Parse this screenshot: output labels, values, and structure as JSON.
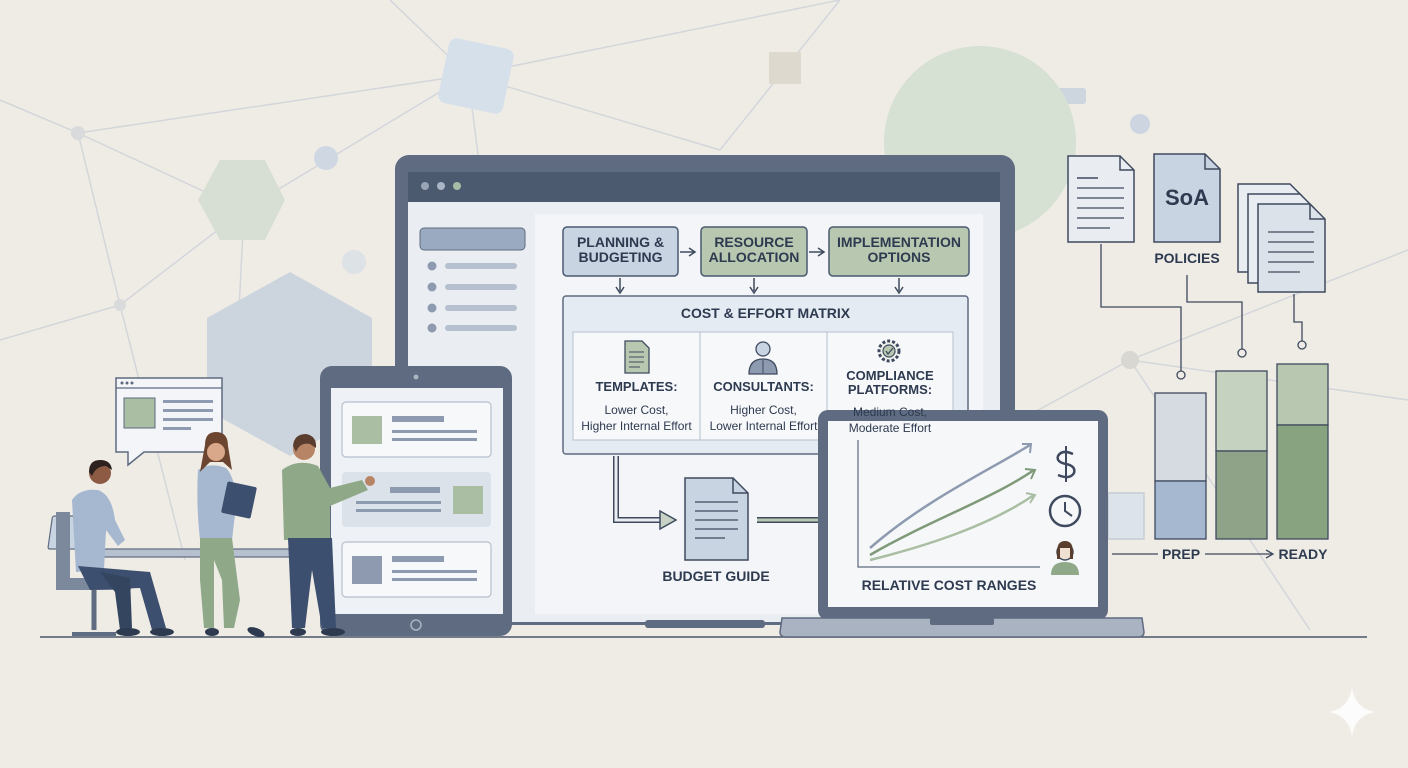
{
  "flow": {
    "steps": [
      {
        "line1": "PLANNING &",
        "line2": "BUDGETING"
      },
      {
        "line1": "RESOURCE",
        "line2": "ALLOCATION"
      },
      {
        "line1": "IMPLEMENTATION",
        "line2": "OPTIONS"
      }
    ]
  },
  "matrix": {
    "title": "COST & EFFORT MATRIX",
    "columns": [
      {
        "icon": "document-icon",
        "title_line1": "TEMPLATES:",
        "title_line2": "",
        "desc_line1": "Lower Cost,",
        "desc_line2": "Higher Internal Effort"
      },
      {
        "icon": "consultant-icon",
        "title_line1": "CONSULTANTS:",
        "title_line2": "",
        "desc_line1": "Higher Cost,",
        "desc_line2": "Lower Internal Effort"
      },
      {
        "icon": "gear-check-icon",
        "title_line1": "COMPLIANCE",
        "title_line2": "PLATFORMS:",
        "desc_line1": "Medium Cost,",
        "desc_line2": "Moderate Effort"
      }
    ]
  },
  "budget_guide": {
    "label": "BUDGET GUIDE"
  },
  "cost_ranges": {
    "label": "RELATIVE COST RANGES",
    "icons": [
      "dollar-icon",
      "clock-icon",
      "person-icon"
    ]
  },
  "documents": {
    "soa_label": "SoA",
    "policies_label": "POLICIES"
  },
  "progress": {
    "start_label": "PREP",
    "end_label": "READY"
  },
  "colors": {
    "navy": "#2d3a4f",
    "blue_box": "#c9d4e3",
    "green_box": "#b8c8b0",
    "background": "#efece6"
  }
}
